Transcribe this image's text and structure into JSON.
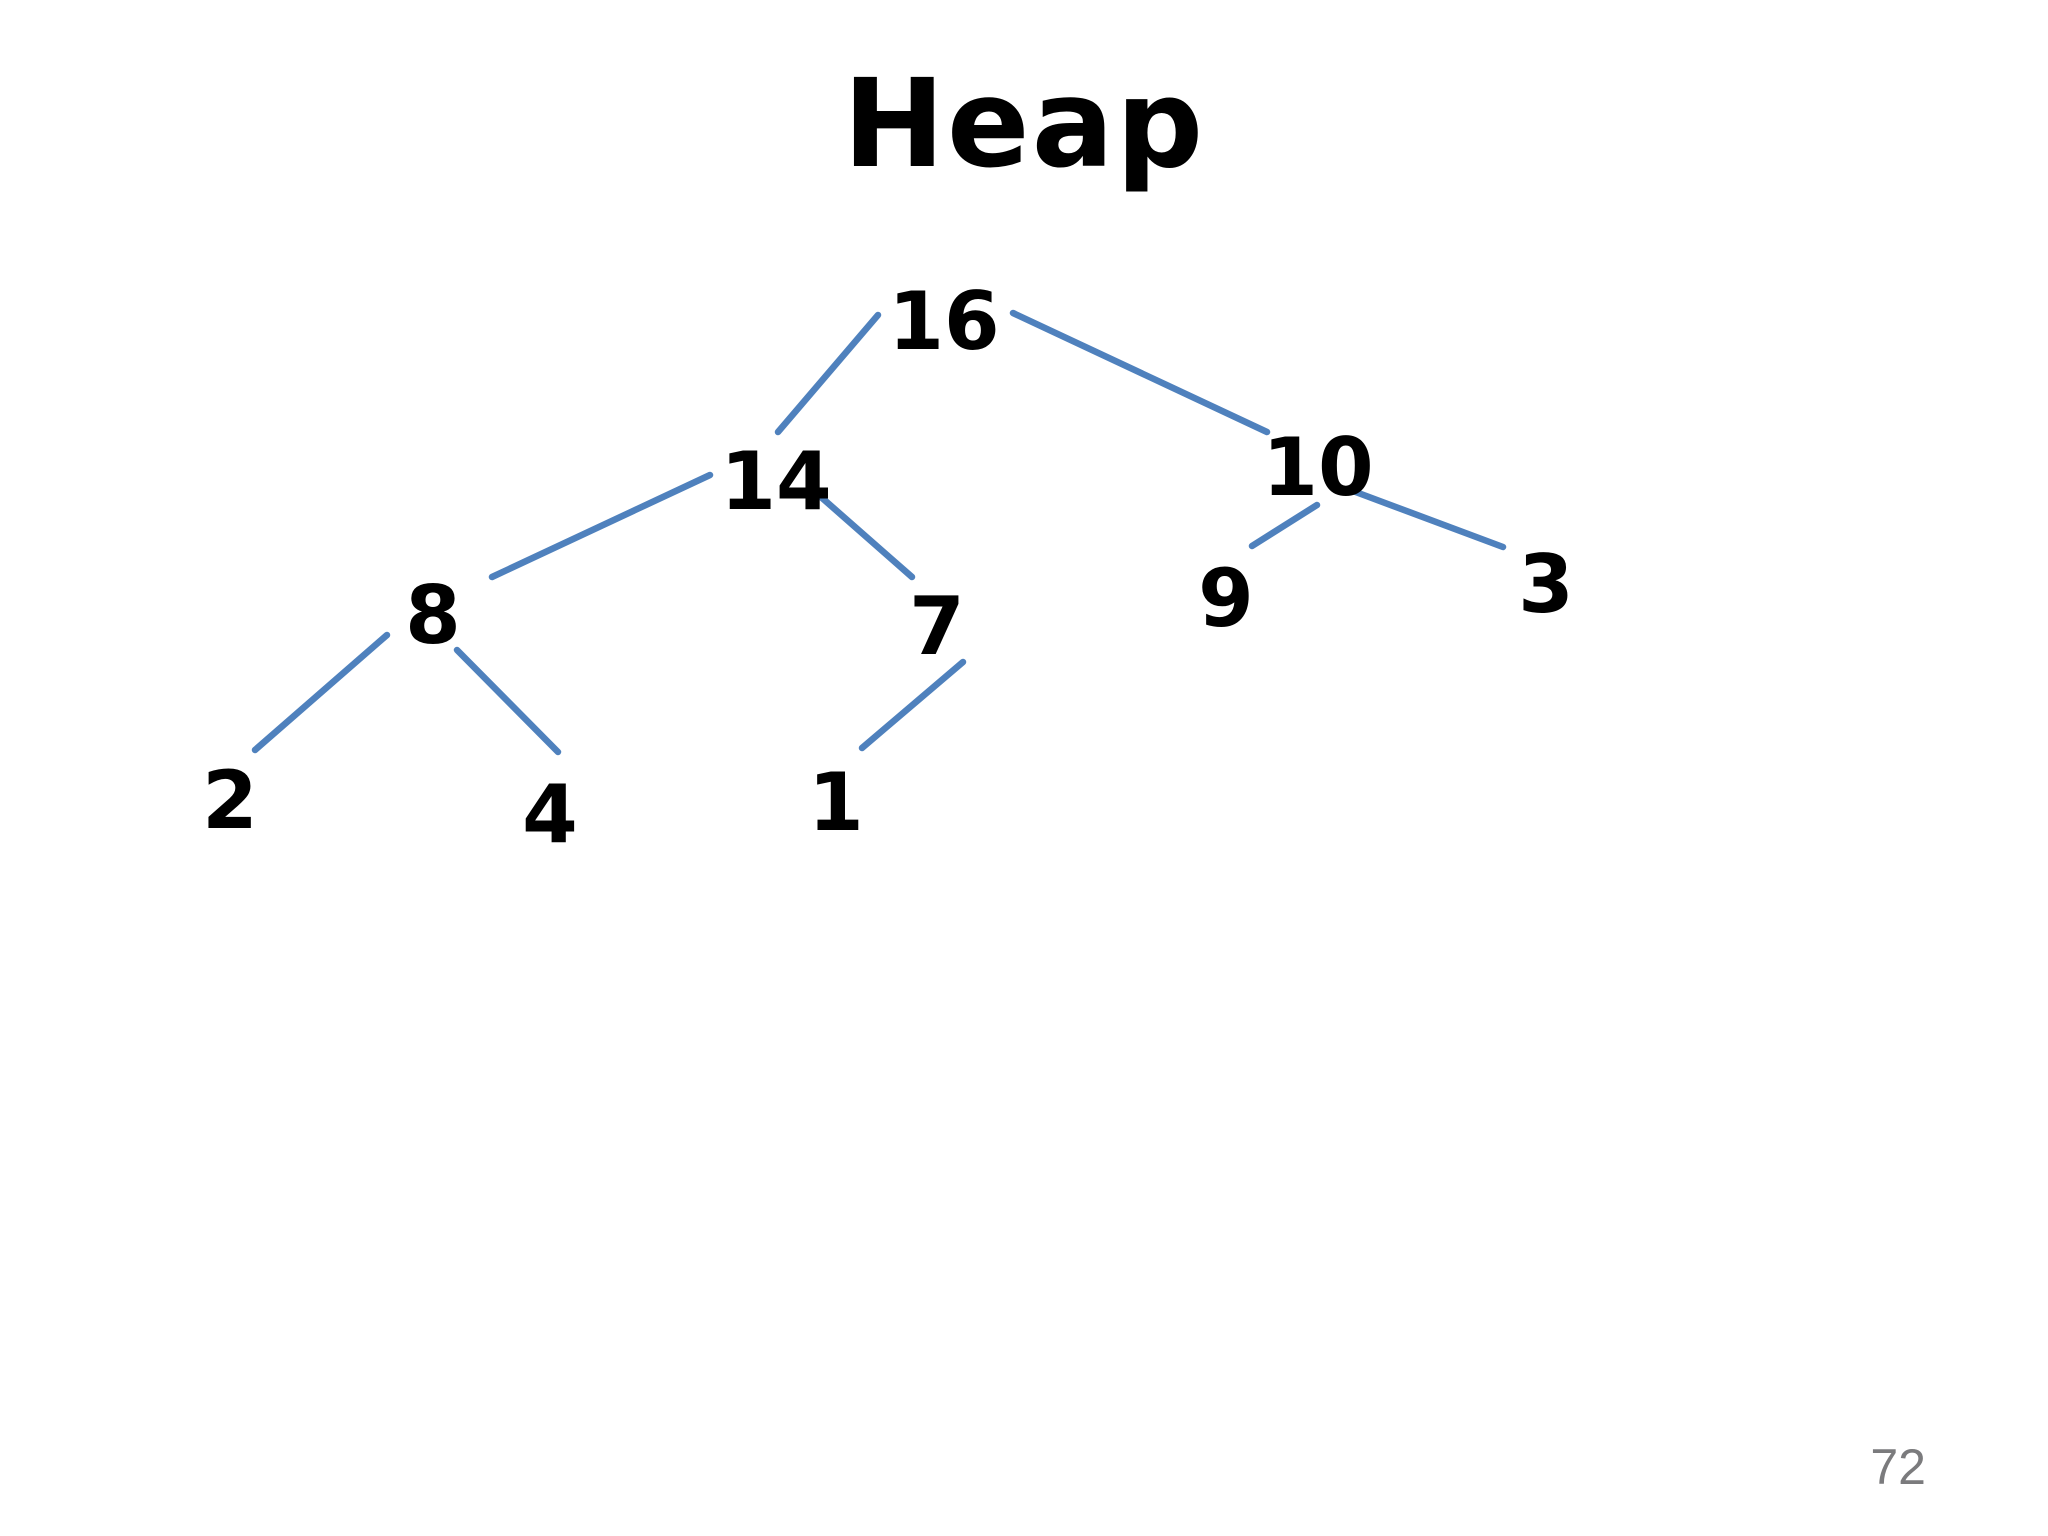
{
  "slide": {
    "title": "Heap",
    "page_number": "72"
  },
  "colors": {
    "background": "#ffffff",
    "edge_line": "#4f81bd",
    "node_text": "#000000",
    "page_number_text": "#7b7b7d"
  },
  "chart_data": {
    "type": "tree",
    "title": "Heap",
    "nodes": [
      "16",
      "14",
      "10",
      "8",
      "7",
      "9",
      "3",
      "2",
      "4",
      "1"
    ],
    "edges": [
      [
        "16",
        "14"
      ],
      [
        "16",
        "10"
      ],
      [
        "14",
        "8"
      ],
      [
        "14",
        "7"
      ],
      [
        "10",
        "9"
      ],
      [
        "10",
        "3"
      ],
      [
        "8",
        "2"
      ],
      [
        "8",
        "4"
      ],
      [
        "7",
        "1"
      ]
    ],
    "level_order": [
      "16",
      "14",
      "10",
      "8",
      "7",
      "9",
      "3",
      "2",
      "4",
      "1"
    ]
  }
}
